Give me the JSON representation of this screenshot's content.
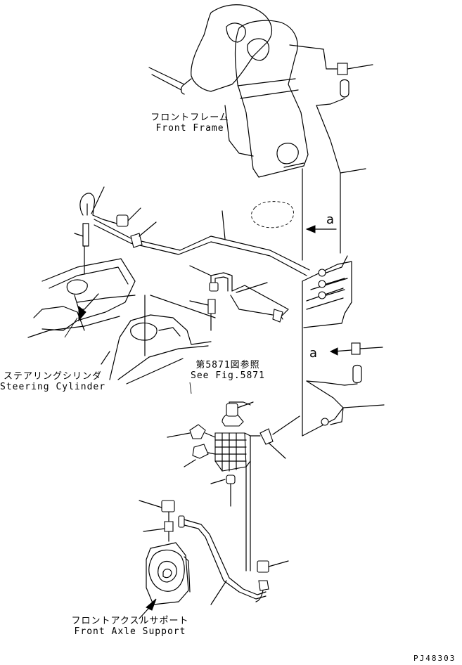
{
  "labels": {
    "front_frame_jp": "フロントフレーム",
    "front_frame_en": "Front Frame",
    "steering_cylinder_jp": "ステアリングシリンダ",
    "steering_cylinder_en": "Steering Cylinder",
    "see_fig_jp": "第5871図参照",
    "see_fig_en": "See Fig.5871",
    "front_axle_support_jp": "フロントアクスルサポート",
    "front_axle_support_en": "Front Axle Support"
  },
  "view_markers": {
    "arrow_a_top": "a",
    "arrow_a_right": "a"
  },
  "drawing_code": "PJ48303"
}
